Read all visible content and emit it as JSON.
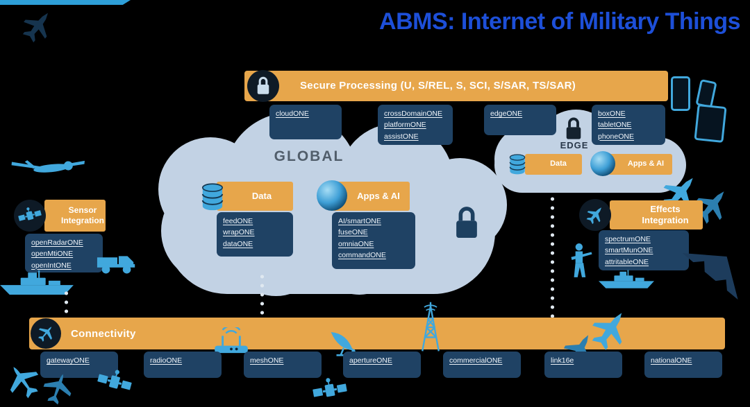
{
  "title": "ABMS: Internet of Military Things",
  "secure_banner": {
    "label": "Secure Processing (U, S/REL, S, SCI, S/SAR, TS/SAR)"
  },
  "connectivity_banner": {
    "label": "Connectivity"
  },
  "global_cloud": {
    "label": "GLOBAL"
  },
  "edge_cloud": {
    "label": "EDGE"
  },
  "boxes": {
    "cloud_one": {
      "items": [
        "cloudONE"
      ]
    },
    "cross_domain": {
      "items": [
        "crossDomainONE",
        "platformONE",
        "assistONE"
      ]
    },
    "edge_one": {
      "items": [
        "edgeONE"
      ]
    },
    "devices": {
      "items": [
        "boxONE",
        "tabletONE",
        "phoneONE"
      ]
    }
  },
  "global_data": {
    "label": "Data",
    "items": [
      "feedONE",
      "wrapONE",
      "dataONE"
    ]
  },
  "global_apps": {
    "label": "Apps & AI",
    "items": [
      "AI/smartONE",
      "fuseONE",
      "omniaONE",
      "commandONE"
    ]
  },
  "edge_data": {
    "label": "Data"
  },
  "edge_apps": {
    "label": "Apps & AI"
  },
  "sensor": {
    "label": "Sensor Integration",
    "items": [
      "openRadarONE",
      "openMtiONE",
      "openIntONE"
    ]
  },
  "effects": {
    "label": "Effects Integration",
    "items": [
      "spectrumONE",
      "smartMunONE",
      "attritableONE"
    ]
  },
  "connectivity_nodes": [
    "gatewayONE",
    "radioONE",
    "meshONE",
    "apertureONE",
    "commercialONE",
    "link16e",
    "nationalONE"
  ],
  "colors": {
    "background": "#000000",
    "orange": "#e7a64b",
    "navy_box": "#1f4264",
    "light_blue": "#41a8dd",
    "cloud": "#c2d2e4",
    "title_blue": "#1d4fd8"
  }
}
